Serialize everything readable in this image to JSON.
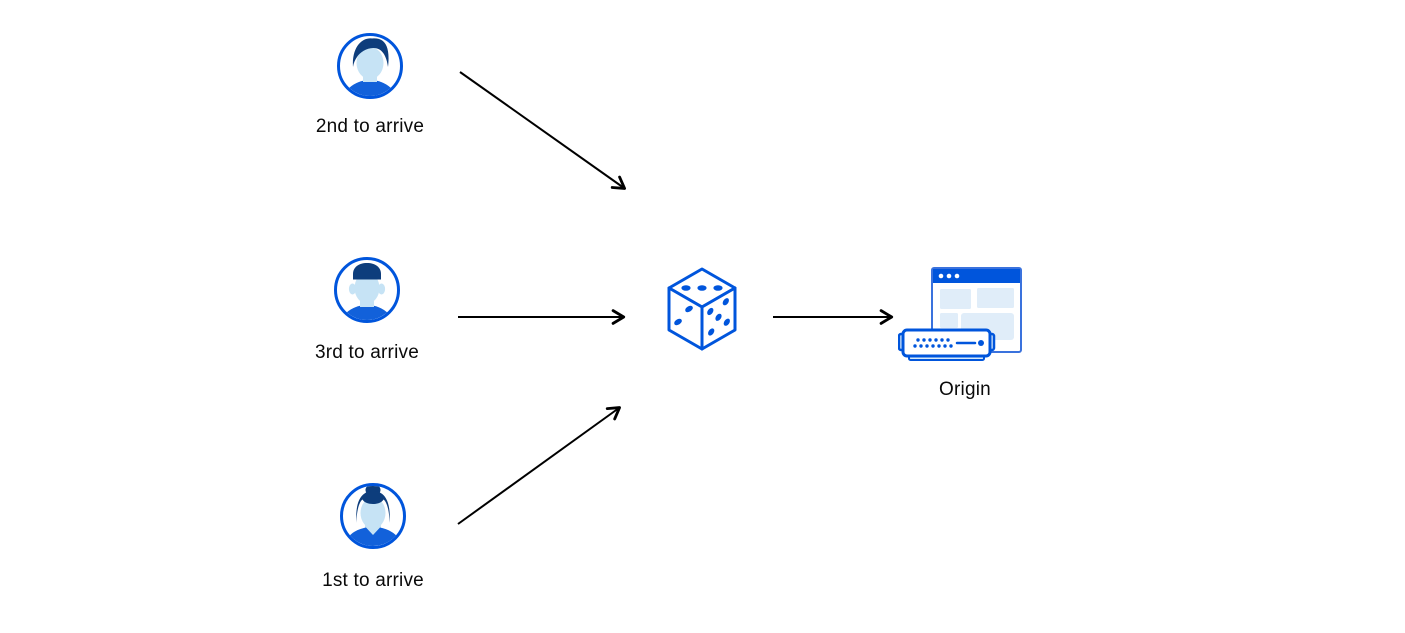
{
  "colors": {
    "accent_blue": "#0055dc",
    "dark_navy": "#0d3d7c",
    "skin_light_blue": "#c6e3f5",
    "shirt_blue": "#1261da",
    "pale_blue_fill": "#e0edf9",
    "window_border": "#3a72dd",
    "server_tab_fill": "#d7eafa",
    "arrow_black": "#000000",
    "text_color": "#0a0a0a",
    "background": "#ffffff"
  },
  "diagram": {
    "clients": [
      {
        "label": "2nd to arrive",
        "icon": "person-avatar-icon",
        "avatar_style": "man-wavy-hair"
      },
      {
        "label": "3rd to arrive",
        "icon": "person-avatar-icon",
        "avatar_style": "man-flat-top"
      },
      {
        "label": "1st to arrive",
        "icon": "person-avatar-icon",
        "avatar_style": "woman-hair-bun"
      }
    ],
    "router": {
      "icon": "dice-icon"
    },
    "origin": {
      "label": "Origin",
      "icon": "origin-server-icon"
    },
    "arrow_count": 4
  }
}
